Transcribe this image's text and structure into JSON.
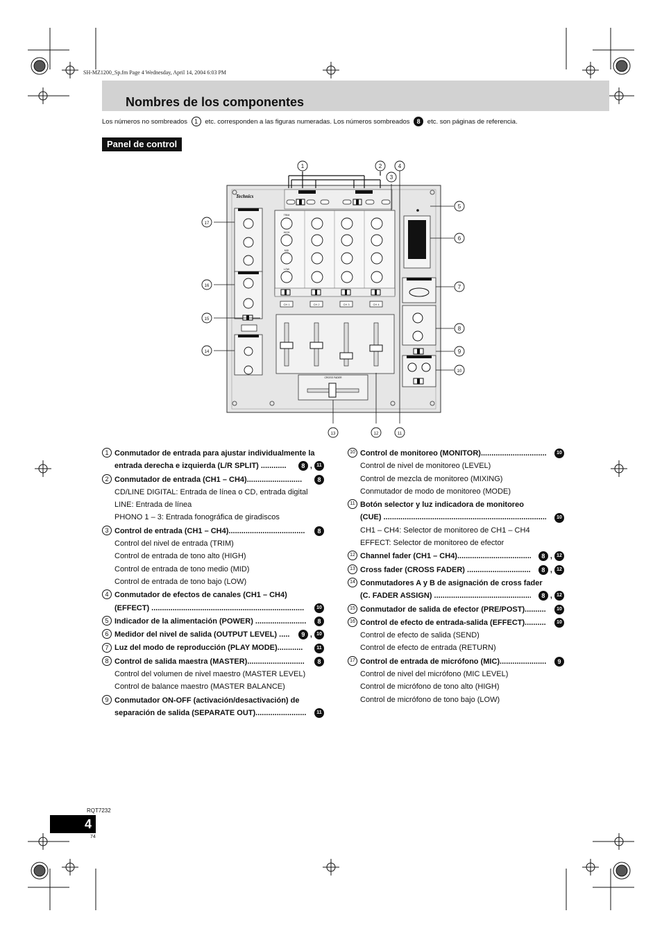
{
  "file_info": "SH-MZ1200_Sp.fm  Page 4  Wednesday, April 14, 2004  6:03 PM",
  "title": "Nombres de los componentes",
  "intro": {
    "part1": "Los números no sombreados",
    "num1": "1",
    "part2": "etc. corresponden a las figuras numeradas. Los números sombreados",
    "num2": "8",
    "part3": "etc. son páginas de referencia."
  },
  "section_label": "Panel de control",
  "diagram": {
    "brand": "Technics",
    "channel_labels": [
      "CH 1",
      "CH 2",
      "CH 3",
      "CH 4"
    ],
    "knob_labels": [
      "TRIM",
      "HIGH",
      "MID",
      "LOW"
    ],
    "crossfader_label": "CROSS FADER",
    "callouts": [
      "1",
      "2",
      "3",
      "4",
      "5",
      "6",
      "7",
      "8",
      "9",
      "10",
      "11",
      "12",
      "13",
      "14",
      "15",
      "16",
      "17"
    ]
  },
  "left_items": [
    {
      "num": "1",
      "lines": [
        "Conmutador de entrada para ajustar individualmente la",
        "entrada derecha e izquierda (L/R SPLIT) ............"
      ],
      "refs": [
        "8",
        "11"
      ],
      "subs": []
    },
    {
      "num": "2",
      "lines": [
        "Conmutador de entrada (CH1 – CH4).........................."
      ],
      "refs": [
        "8"
      ],
      "subs": [
        "CD/LINE DIGITAL: Entrada de línea o CD, entrada digital",
        "LINE: Entrada de línea",
        "PHONO 1 – 3: Entrada fonográfica de giradiscos"
      ]
    },
    {
      "num": "3",
      "lines": [
        "Control de entrada (CH1 – CH4)...................................."
      ],
      "refs": [
        "8"
      ],
      "subs": [
        "Control del nivel de entrada (TRIM)",
        "Control de entrada de tono alto (HIGH)",
        "Control de entrada de tono medio (MID)",
        "Control de entrada de tono bajo (LOW)"
      ]
    },
    {
      "num": "4",
      "lines": [
        "Conmutador de efectos de canales (CH1 – CH4)",
        "(EFFECT) ........................................................................"
      ],
      "refs": [
        "10"
      ],
      "subs": []
    },
    {
      "num": "5",
      "lines": [
        "Indicador de la alimentación (POWER) ........................"
      ],
      "refs": [
        "8"
      ],
      "subs": []
    },
    {
      "num": "6",
      "lines": [
        "Medidor del nivel de salida (OUTPUT LEVEL) ....."
      ],
      "refs": [
        "9",
        "10"
      ],
      "subs": []
    },
    {
      "num": "7",
      "lines": [
        "Luz del modo de reproducción (PLAY MODE)............"
      ],
      "refs": [
        "11"
      ],
      "subs": []
    },
    {
      "num": "8",
      "lines": [
        "Control de salida maestra (MASTER)..........................."
      ],
      "refs": [
        "8"
      ],
      "subs": [
        "Control del volumen de nivel maestro (MASTER LEVEL)",
        "Control de balance maestro (MASTER BALANCE)"
      ]
    },
    {
      "num": "9",
      "lines": [
        "Conmutador ON-OFF (activación/desactivación) de",
        "separación de salida (SEPARATE OUT)........................"
      ],
      "refs": [
        "11"
      ],
      "subs": []
    }
  ],
  "right_items": [
    {
      "num": "10",
      "lines": [
        "Control de monitoreo (MONITOR)................................."
      ],
      "refs": [
        "10"
      ],
      "subs": [
        "Control de nivel de monitoreo (LEVEL)",
        "Control de mezcla de monitoreo (MIXING)",
        "Conmutador de modo de monitoreo (MODE)"
      ]
    },
    {
      "num": "11",
      "lines": [
        "Botón selector y luz indicadora de monitoreo",
        "(CUE) ..............................................................................."
      ],
      "refs": [
        "10"
      ],
      "subs": [
        "CH1 – CH4: Selector de monitoreo de CH1 – CH4",
        "EFFECT: Selector de monitoreo de efector"
      ]
    },
    {
      "num": "12",
      "lines": [
        "Channel fader (CH1 – CH4)...................................."
      ],
      "refs": [
        "8",
        "12"
      ],
      "subs": []
    },
    {
      "num": "13",
      "lines": [
        "Cross fader (CROSS FADER) ................................"
      ],
      "refs": [
        "8",
        "12"
      ],
      "subs": []
    },
    {
      "num": "14",
      "lines": [
        "Conmutadores A y B de asignación de cross fader",
        "(C. FADER ASSIGN) ..............................................."
      ],
      "refs": [
        "8",
        "12"
      ],
      "subs": []
    },
    {
      "num": "15",
      "lines": [
        "Conmutador de salida de efector (PRE/POST)............"
      ],
      "refs": [
        "10"
      ],
      "subs": []
    },
    {
      "num": "16",
      "lines": [
        "Control de efecto de entrada-salida (EFFECT)............"
      ],
      "refs": [
        "10"
      ],
      "subs": [
        "Control de efecto de salida (SEND)",
        "Control de efecto de entrada (RETURN)"
      ]
    },
    {
      "num": "17",
      "lines": [
        "Control de entrada de micrófono (MIC)........................"
      ],
      "refs": [
        "9"
      ],
      "subs": [
        "Control de nivel del micrófono (MIC LEVEL)",
        "Control de micrófono de tono alto (HIGH)",
        "Control de micrófono de tono bajo (LOW)"
      ]
    }
  ],
  "footer": {
    "doc_code": "RQT7232",
    "page": "4",
    "sub_page": "74"
  }
}
